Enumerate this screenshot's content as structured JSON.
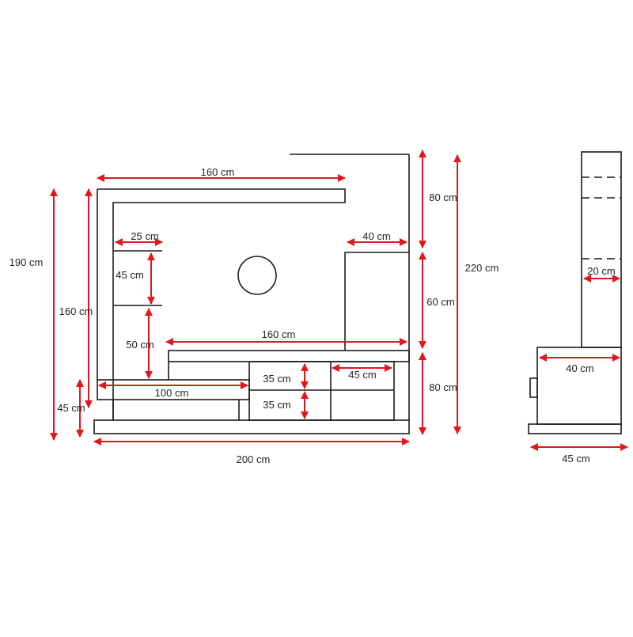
{
  "colors": {
    "outline": "#1a1a1a",
    "dimension": "#e3161d",
    "text": "#222222",
    "background": "#ffffff"
  },
  "front_view": {
    "overall_width": "200 cm",
    "top_shelf_width": "160 cm",
    "left_total_height": "190 cm",
    "left_panel_height": "160 cm",
    "base_height": "45 cm",
    "small_shelf_width": "25 cm",
    "small_shelf_height": "45 cm",
    "lower_gap_height": "50 cm",
    "tv_unit_width": "160 cm",
    "lower_shelf_width": "100 cm",
    "drawer_top_height": "35 cm",
    "drawer_bottom_height": "35 cm",
    "cabinet_width": "45 cm",
    "right_cabinet_width": "40 cm",
    "right_top_height": "80 cm",
    "right_middle_height": "60 cm",
    "right_bottom_height": "80 cm",
    "total_height": "220 cm"
  },
  "side_view": {
    "base_depth": "45 cm",
    "cabinet_depth": "40 cm",
    "column_depth": "20 cm"
  }
}
